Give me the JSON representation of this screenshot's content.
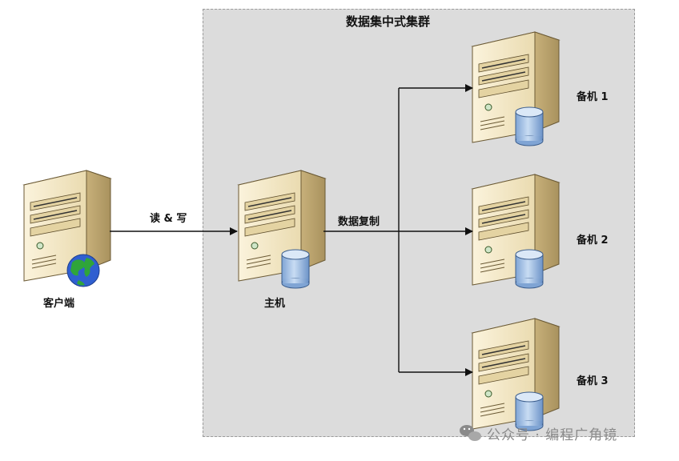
{
  "cluster": {
    "title": "数据集中式集群"
  },
  "nodes": {
    "client": {
      "label": "客户端"
    },
    "master": {
      "label": "主机"
    },
    "standby1": {
      "label": "备机 1"
    },
    "standby2": {
      "label": "备机 2"
    },
    "standby3": {
      "label": "备机 3"
    }
  },
  "edges": {
    "read_write": {
      "label": "读 & 写"
    },
    "replication": {
      "label": "数据复制"
    }
  },
  "watermark": {
    "text": "公众号 · 编程广角镜"
  },
  "colors": {
    "server_light": "#f3e5bf",
    "server_dark": "#c9b27a",
    "cylinder": "#a9c6e8",
    "globe_land": "#2fa53a",
    "globe_sea": "#2f5fd0",
    "cluster_bg": "#dcdcdc"
  }
}
